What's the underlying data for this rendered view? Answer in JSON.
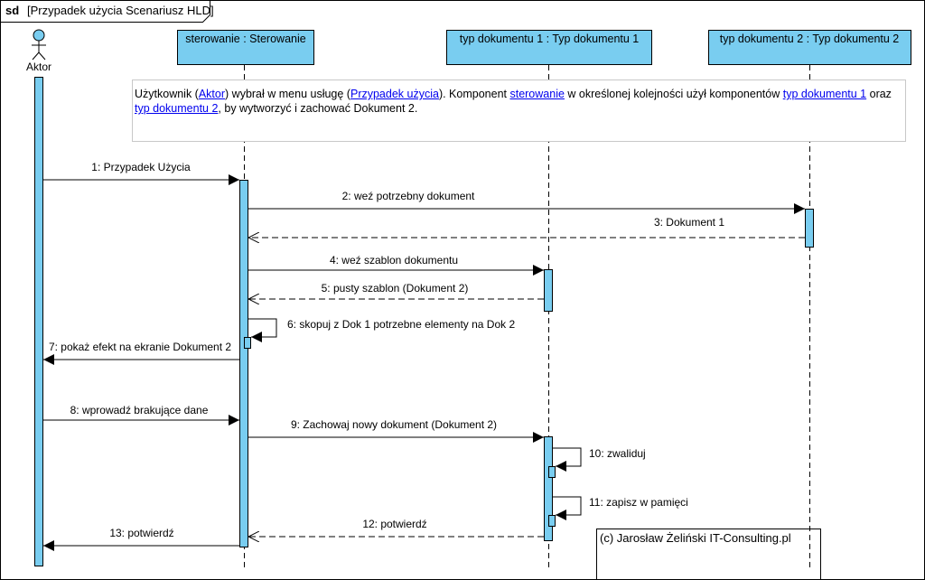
{
  "frame": {
    "keyword": "sd",
    "title": "[Przypadek użycia Scenariusz HLD]"
  },
  "actor": {
    "label": "Aktor"
  },
  "lifelines": [
    {
      "label": "sterowanie : Sterowanie"
    },
    {
      "label": "typ dokumentu 1 : Typ dokumentu 1"
    },
    {
      "label": "typ dokumentu 2 : Typ dokumentu 2"
    }
  ],
  "note": {
    "t1": "Użytkownik (",
    "l1": "Aktor",
    "t2": ") wybrał w menu usługę (",
    "l2": "Przypadek użycia",
    "t3": "). Komponent ",
    "l3": "sterowanie",
    "t4": " w określonej kolejności użył komponentów ",
    "l4": "typ dokumentu 1",
    "t5": " oraz ",
    "l5": "typ dokumentu 2",
    "t6": ", by wytworzyć i zachować Dokument 2."
  },
  "messages": [
    {
      "label": "1: Przypadek Użycia"
    },
    {
      "label": "2: weź potrzebny dokument"
    },
    {
      "label": "3: Dokument 1"
    },
    {
      "label": "4: weź szablon dokumentu"
    },
    {
      "label": "5: pusty szablon (Dokument 2)"
    },
    {
      "label": "6: skopuj z Dok 1 potrzebne elementy na Dok 2"
    },
    {
      "label": "7: pokaż efekt na ekranie Dokument 2"
    },
    {
      "label": "8: wprowadź brakujące dane"
    },
    {
      "label": "9: Zachowaj nowy dokument (Dokument 2)"
    },
    {
      "label": "10: zwaliduj"
    },
    {
      "label": "11: zapisz w pamięci"
    },
    {
      "label": "12: potwierdź"
    },
    {
      "label": "13: potwierdź"
    }
  ],
  "signature": "(c) Jarosław Żeliński IT-Consulting.pl",
  "colors": {
    "box_fill": "#79cdf0",
    "border": "#000000",
    "link": "#0000ee"
  }
}
